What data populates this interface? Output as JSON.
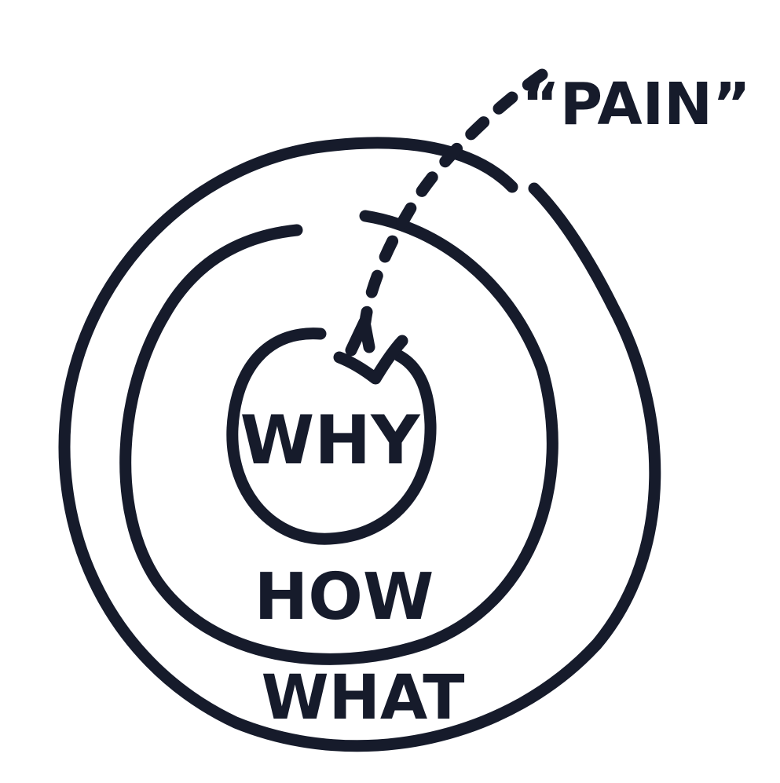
{
  "diagram": {
    "ink_color": "#161b2b",
    "background_color": "#ffffff",
    "labels": {
      "core": "WHY",
      "middle": "HOW",
      "outer": "WHAT",
      "annotation": "“PAIN”"
    },
    "arrow_icon": "dashed-arrow-icon",
    "check_icon": "checkmark-icon"
  }
}
